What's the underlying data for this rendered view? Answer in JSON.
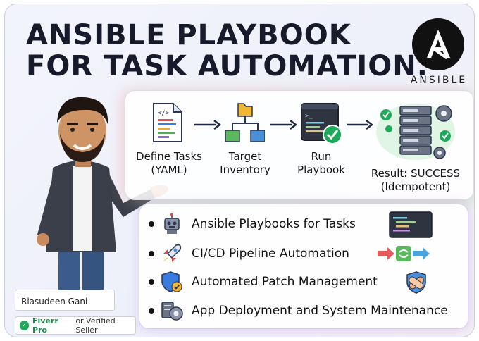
{
  "title": {
    "line1": "ANSIBLE PLAYBOOK",
    "line2": "FOR TASK AUTOMATION."
  },
  "logo": {
    "text": "ANSIBLE",
    "glyph": "A"
  },
  "workflow": {
    "steps": [
      {
        "line1": "Define Tasks",
        "line2": "(YAML)",
        "icon": "document-code-icon"
      },
      {
        "line1": "Target",
        "line2": "Inventory",
        "icon": "inventory-tree-icon"
      },
      {
        "line1": "Run",
        "line2": "Playbook",
        "icon": "terminal-check-icon"
      },
      {
        "line1": "Result: SUCCESS",
        "line2": "(Idempotent)",
        "icon": "servers-success-icon"
      }
    ]
  },
  "features": [
    {
      "label": "Ansible Playbooks for Tasks",
      "icon": "robot-icon",
      "right_icon": "code-editor-icon"
    },
    {
      "label": "CI/CD Pipeline Automation",
      "icon": "rocket-icon",
      "right_icon": "pipeline-arrows-icon"
    },
    {
      "label": "Automated Patch Management",
      "icon": "shield-check-icon",
      "right_icon": "bandage-shield-icon"
    },
    {
      "label": "App Deployment and System Maintenance",
      "icon": "gear-icon",
      "right_icon": ""
    }
  ],
  "person": {
    "name": "Riasudeen Gani"
  },
  "badge": {
    "check": "✓",
    "brand": "Fiverr Pro",
    "text": "or Verified Seller"
  },
  "colors": {
    "title": "#161a2a",
    "success_green": "#1daa5b",
    "arrow": "#1e2a44",
    "folder_yellow": "#f2b632",
    "node_green": "#5cb85c",
    "node_blue": "#4a90d9"
  }
}
